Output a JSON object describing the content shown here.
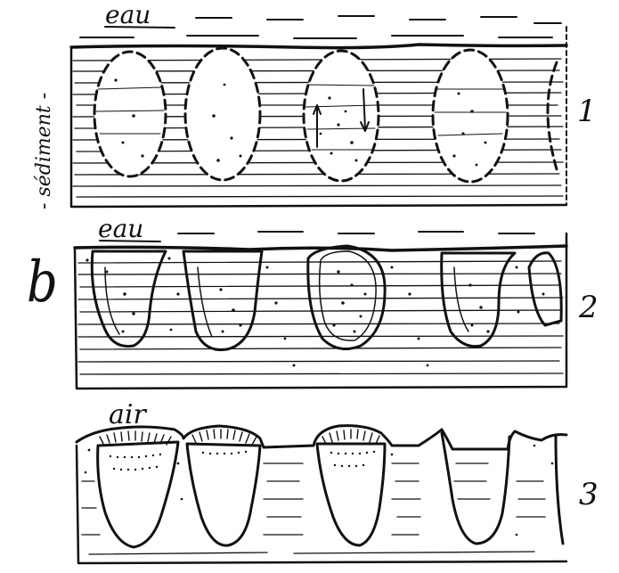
{
  "figure": {
    "letter": "b",
    "panels": [
      {
        "number": "1",
        "top_label": "eau",
        "side_label": "- sédiment -"
      },
      {
        "number": "2",
        "top_label": "eau"
      },
      {
        "number": "3",
        "top_label": "air"
      }
    ]
  }
}
